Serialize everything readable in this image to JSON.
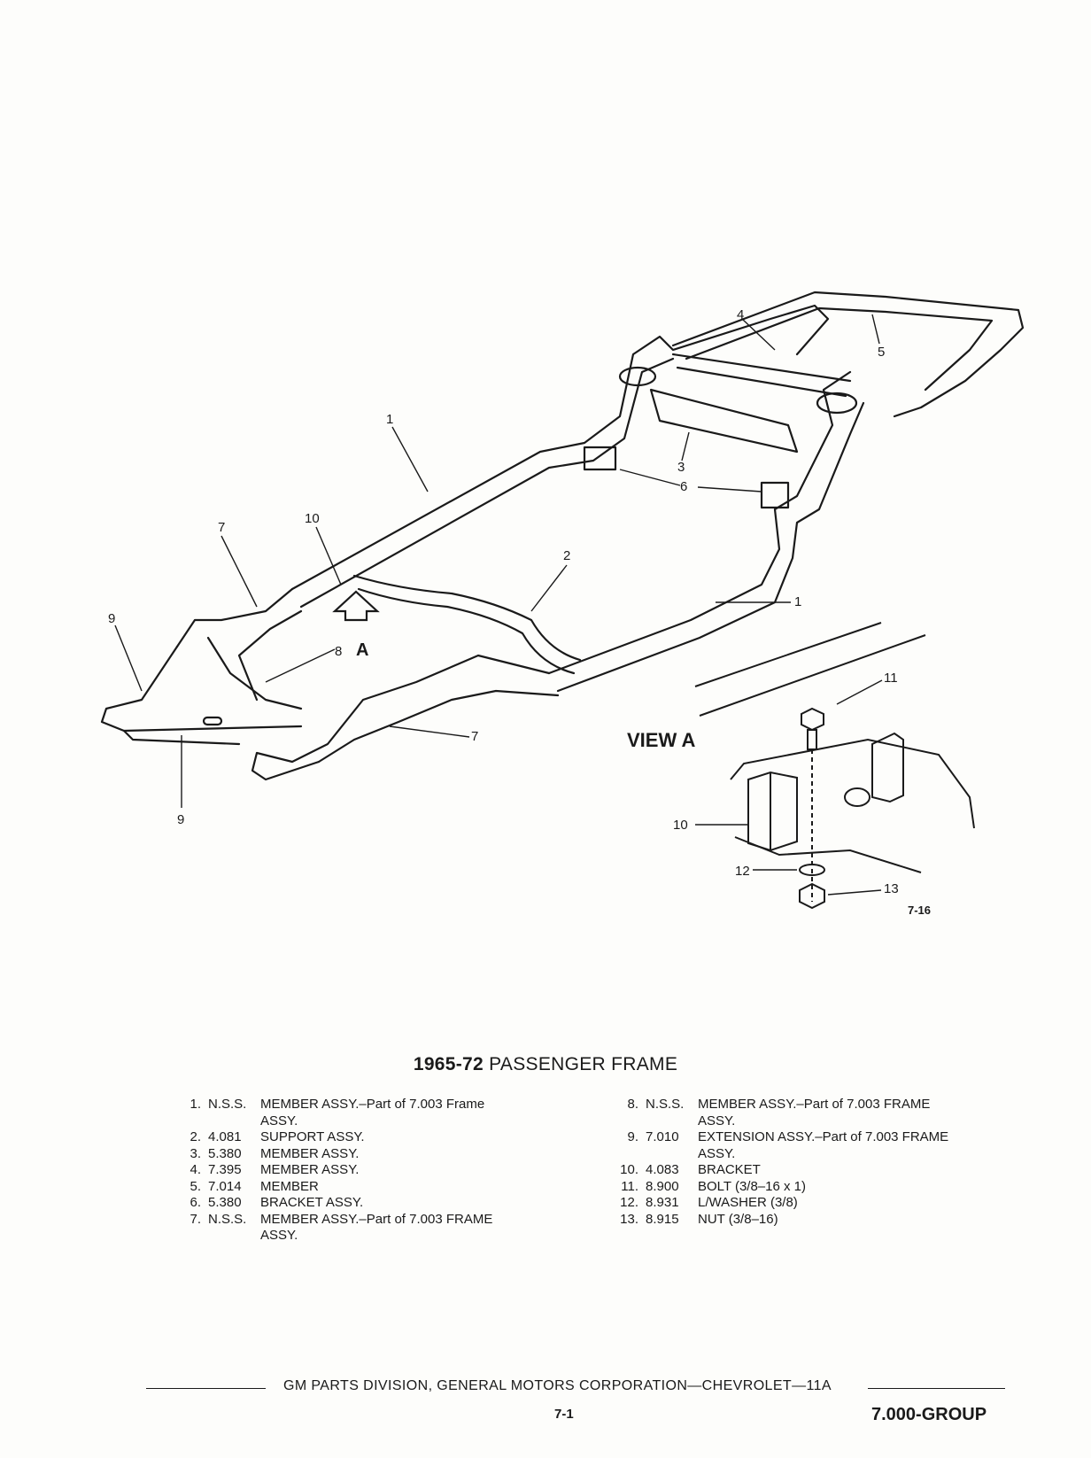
{
  "diagram": {
    "callouts": [
      "1",
      "1",
      "2",
      "3",
      "4",
      "5",
      "6",
      "7",
      "7",
      "8",
      "9",
      "9",
      "10",
      "A"
    ],
    "view_title": "VIEW A",
    "view_callouts": [
      "10",
      "11",
      "12",
      "13"
    ],
    "figure_number": "7-16"
  },
  "title_year": "1965-72",
  "title_text": "PASSENGER FRAME",
  "parts_left": [
    {
      "num": "1.",
      "code": "N.S.S.",
      "desc": "MEMBER ASSY.–Part of 7.003 Frame",
      "cont": "ASSY."
    },
    {
      "num": "2.",
      "code": "4.081",
      "desc": "SUPPORT ASSY.",
      "cont": ""
    },
    {
      "num": "3.",
      "code": "5.380",
      "desc": "MEMBER ASSY.",
      "cont": ""
    },
    {
      "num": "4.",
      "code": "7.395",
      "desc": "MEMBER ASSY.",
      "cont": ""
    },
    {
      "num": "5.",
      "code": "7.014",
      "desc": "MEMBER",
      "cont": ""
    },
    {
      "num": "6.",
      "code": "5.380",
      "desc": "BRACKET ASSY.",
      "cont": ""
    },
    {
      "num": "7.",
      "code": "N.S.S.",
      "desc": "MEMBER ASSY.–Part of 7.003 FRAME",
      "cont": "ASSY."
    }
  ],
  "parts_right": [
    {
      "num": "8.",
      "code": "N.S.S.",
      "desc": "MEMBER ASSY.–Part of 7.003 FRAME",
      "cont": "ASSY."
    },
    {
      "num": "9.",
      "code": "7.010",
      "desc": "EXTENSION ASSY.–Part of 7.003 FRAME",
      "cont": "ASSY."
    },
    {
      "num": "10.",
      "code": "4.083",
      "desc": "BRACKET",
      "cont": ""
    },
    {
      "num": "11.",
      "code": "8.900",
      "desc": "BOLT (3/8–16 x 1)",
      "cont": ""
    },
    {
      "num": "12.",
      "code": "8.931",
      "desc": "L/WASHER (3/8)",
      "cont": ""
    },
    {
      "num": "13.",
      "code": "8.915",
      "desc": "NUT (3/8–16)",
      "cont": ""
    }
  ],
  "footer": {
    "text": "GM PARTS DIVISION, GENERAL MOTORS CORPORATION—CHEVROLET—11A",
    "page": "7-1",
    "group": "7.000-GROUP"
  }
}
